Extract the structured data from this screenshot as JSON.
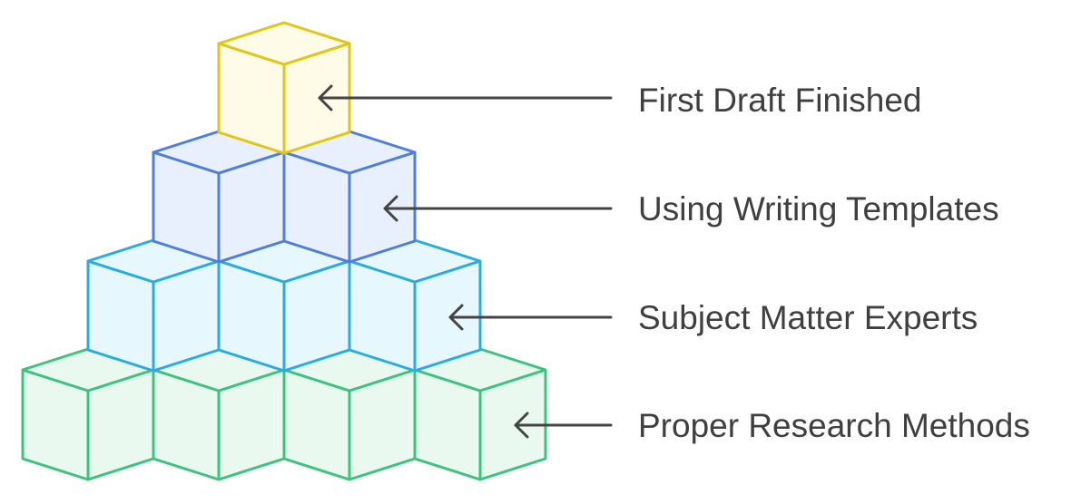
{
  "levels": [
    {
      "id": "top",
      "label": "First Draft Finished",
      "cubes": 1,
      "stroke": "#E3C514",
      "fill": "#FEFCE6"
    },
    {
      "id": "upper",
      "label": "Using Writing Templates",
      "cubes": 2,
      "stroke": "#4E7FDB",
      "fill": "#E9F0FD"
    },
    {
      "id": "middle",
      "label": "Subject Matter Experts",
      "cubes": 3,
      "stroke": "#29ACDE",
      "fill": "#E6F7FD"
    },
    {
      "id": "base",
      "label": "Proper Research Methods",
      "cubes": 4,
      "stroke": "#3CC47F",
      "fill": "#E9F9F0"
    }
  ],
  "arrow_color": "#444444"
}
